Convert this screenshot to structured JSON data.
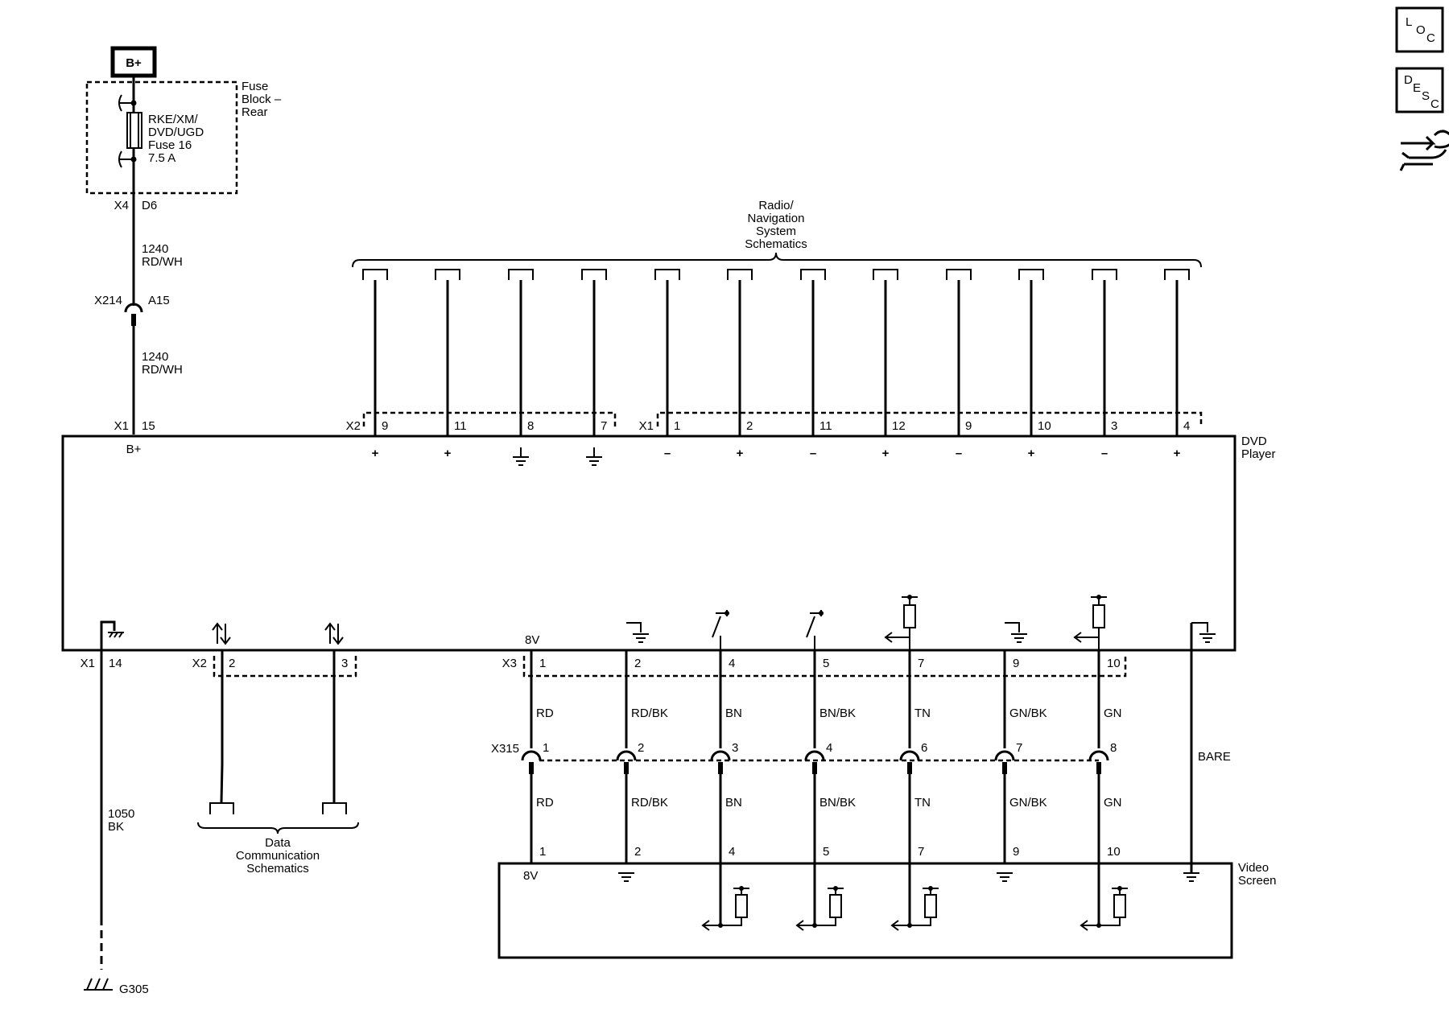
{
  "power": {
    "label": "B+"
  },
  "fuse_block": {
    "title_lines": [
      "Fuse",
      "Block –",
      "Rear"
    ],
    "fuse_lines": [
      "RKE/XM/",
      "DVD/UGD",
      "Fuse 16",
      "7.5 A"
    ],
    "connector": "X4",
    "pin": "D6"
  },
  "feed_wire": {
    "circuit": "1240",
    "color": "RD/WH"
  },
  "splice": {
    "name": "X214",
    "pin": "A15"
  },
  "dvd_player": {
    "title_lines": [
      "DVD",
      "Player"
    ],
    "x1_label": "X1",
    "x1_pin": "15",
    "bplus_label": "B+",
    "x2_label": "X2",
    "x1b_label": "X1",
    "top_pins": [
      "9",
      "11",
      "8",
      "7",
      "1",
      "2",
      "11",
      "12",
      "9",
      "10",
      "3",
      "4"
    ],
    "top_signs": [
      "+",
      "+",
      "",
      "",
      "–",
      "+",
      "–",
      "+",
      "–",
      "+",
      "–",
      "+"
    ],
    "bottom_left_connector": "X1",
    "bottom_left_pin": "14",
    "data_connector": "X2",
    "data_pins": [
      "2",
      "3"
    ],
    "video_connector": "X3",
    "video_pins": [
      "1",
      "2",
      "4",
      "5",
      "7",
      "9",
      "10"
    ],
    "eight_v": "8V"
  },
  "radio_nav": {
    "title_lines": [
      "Radio/",
      "Navigation",
      "System",
      "Schematics"
    ]
  },
  "data_comm": {
    "title_lines": [
      "Data",
      "Communication",
      "Schematics"
    ]
  },
  "ground": {
    "circuit": "1050",
    "color": "BK",
    "name": "G305"
  },
  "inline": {
    "name": "X315",
    "pins": [
      "1",
      "2",
      "3",
      "4",
      "6",
      "7",
      "8"
    ],
    "colors_upper": [
      "RD",
      "RD/BK",
      "BN",
      "BN/BK",
      "TN",
      "GN/BK",
      "GN"
    ],
    "colors_lower": [
      "RD",
      "RD/BK",
      "BN",
      "BN/BK",
      "TN",
      "GN/BK",
      "GN"
    ],
    "bare": "BARE"
  },
  "video_screen": {
    "title_lines": [
      "Video",
      "Screen"
    ],
    "pins": [
      "1",
      "2",
      "4",
      "5",
      "7",
      "9",
      "10"
    ],
    "eight_v": "8V"
  },
  "side_icons": {
    "loc": [
      "L",
      "O",
      "C"
    ],
    "desc": [
      "D",
      "E",
      "S",
      "C"
    ],
    "icon_names": [
      "location-icon",
      "description-icon",
      "connector-tool-icon"
    ]
  }
}
